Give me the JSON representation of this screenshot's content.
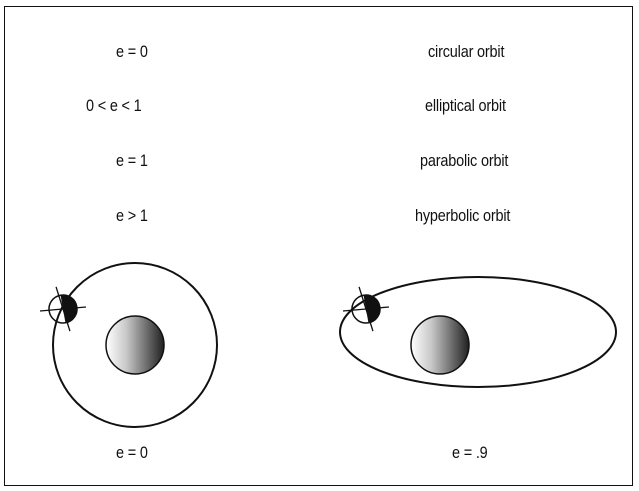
{
  "table": {
    "rows": [
      {
        "condition": "e = 0",
        "orbit": "circular orbit"
      },
      {
        "condition": "0 < e < 1",
        "orbit": "elliptical orbit"
      },
      {
        "condition": "e = 1",
        "orbit": "parabolic orbit"
      },
      {
        "condition": "e > 1",
        "orbit": "hyperbolic orbit"
      }
    ]
  },
  "diagrams": {
    "circular": {
      "label": "e = 0"
    },
    "elliptical": {
      "label": "e = .9"
    }
  }
}
